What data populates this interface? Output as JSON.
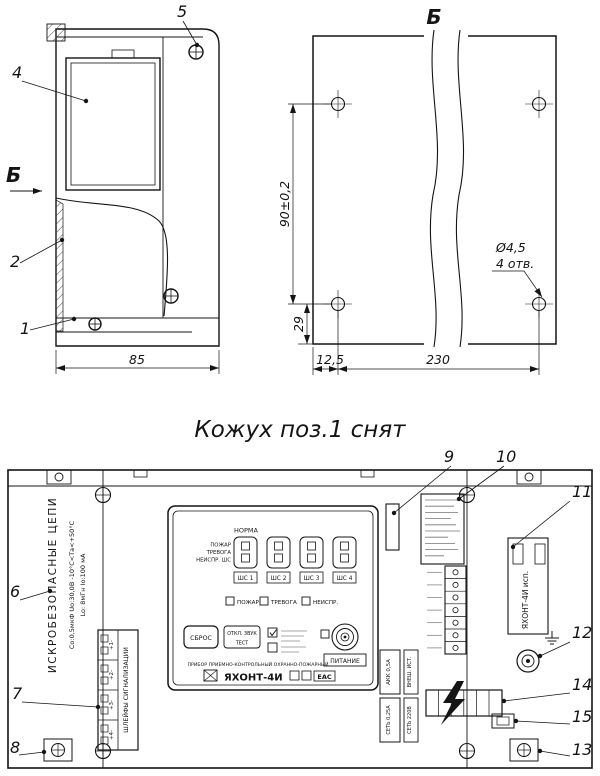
{
  "title": "Кожух поз.1 снят",
  "side_view": {
    "view_label": "Б",
    "callouts": {
      "c1": "1",
      "c2": "2",
      "c4": "4",
      "c5": "5"
    },
    "dims": {
      "width": "85"
    }
  },
  "back_view": {
    "view_label": "Б",
    "dims": {
      "hole_spacing_v": "90±0,2",
      "bottom_offset": "29",
      "side_offset": "12,5",
      "hole_spacing_h": "230",
      "hole_dia": "Ø4,5",
      "hole_count": "4 отв."
    }
  },
  "front_view": {
    "callouts": {
      "c6": "6",
      "c7": "7",
      "c8": "8",
      "c9": "9",
      "c10": "10",
      "c11": "11",
      "c12": "12",
      "c13": "13",
      "c14": "14",
      "c15": "15"
    },
    "intrinsic_safety": {
      "title": "ИСКРОБЕЗОПАСНЫЕ ЦЕПИ",
      "params_line1": "Co:0,5мкФ  Uo:30,0В  -10°С<Та<+50°С",
      "params_line2": "Lo: 8мГн  Io:100 мА"
    },
    "loop_terminals": {
      "label": "ШЛЕЙФЫ СИГНАЛИЗАЦИИ",
      "items": [
        "+1-",
        "+2-",
        "+3-",
        "+4-"
      ]
    },
    "panel": {
      "norma_label": "НОРМА",
      "row_labels": [
        "ПОЖАР",
        "ТРЕВОГА",
        "НЕИСПР. ШС"
      ],
      "loop_labels": [
        "ШС 1",
        "ШС 2",
        "ШС 3",
        "ШС 4"
      ],
      "reset_button": "СБРОС",
      "aux_button_line1": "ОТКЛ. ЗВУК",
      "aux_button_line2": "ТЕСТ",
      "status_labels": [
        "ПОЖАР",
        "ТРЕВОГА",
        "НЕИСПР."
      ],
      "power_label": "ПИТАНИЕ",
      "device_type": "ПРИБОР ПРИЕМНО-КОНТРОЛЬНЫЙ ОХРАННО-ПОЖАРНЫЙ",
      "brand": "ЯХОНТ-4И",
      "cert_mark": "ЕАС"
    },
    "right_section": {
      "model_label": "ЯХОНТ-4И исп.",
      "fuse_battery": "АКК 0,5А",
      "fuse_mains": "СЕТЬ 0,25А",
      "ext_source": "ВНЕШ. ИСТ.",
      "mains": "СЕТЬ 220В"
    }
  }
}
